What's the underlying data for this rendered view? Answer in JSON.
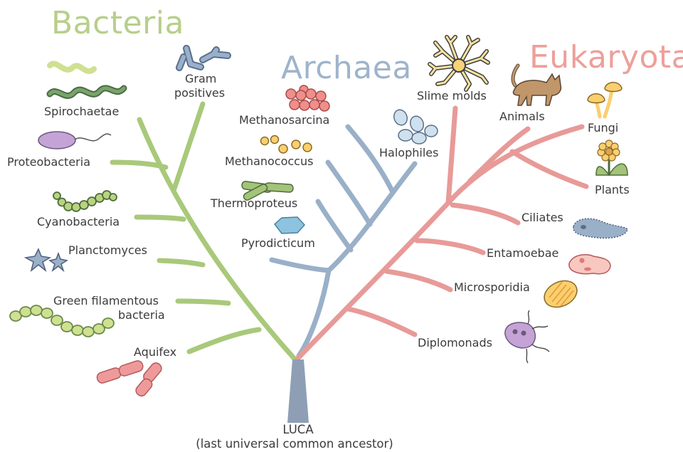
{
  "colors": {
    "bacteria": "#a9c97a",
    "archaea": "#9ab0c8",
    "eukaryota": "#e89a98",
    "trunk": "#8e9fb5",
    "title_bacteria": "#b7cf8a",
    "title_archaea": "#9eb4cb",
    "title_eukaryota": "#ee9f9a",
    "text": "#3b3b3b"
  },
  "domains": {
    "bacteria": "Bacteria",
    "archaea": "Archaea",
    "eukaryota": "Eukaryota"
  },
  "root": {
    "line1": "LUCA",
    "line2": "(last universal common ancestor)"
  },
  "bacteria_taxa": {
    "gram_positives_1": "Gram",
    "gram_positives_2": "positives",
    "spirochaetae": "Spirochaetae",
    "proteobacteria": "Proteobacteria",
    "cyanobacteria": "Cyanobacteria",
    "planctomyces": "Planctomyces",
    "green_filamentous_1": "Green filamentous",
    "green_filamentous_2": "bacteria",
    "aquifex": "Aquifex"
  },
  "archaea_taxa": {
    "methanosarcina": "Methanosarcina",
    "methanococcus": "Methanococcus",
    "thermoproteus": "Thermoproteus",
    "pyrodicticum": "Pyrodicticum",
    "halophiles": "Halophiles"
  },
  "eukaryota_taxa": {
    "slime_molds": "Slime molds",
    "animals": "Animals",
    "fungi": "Fungi",
    "plants": "Plants",
    "ciliates": "Ciliates",
    "entamoebae": "Entamoebae",
    "microsporidia": "Microsporidia",
    "diplomonads": "Diplomonads"
  },
  "icons": [
    "spirochete-icon",
    "gram-positive-rods-icon",
    "proteobacterium-icon",
    "cyanobacteria-chain-icon",
    "planctomyces-star-icon",
    "filamentous-chain-icon",
    "aquifex-rods-icon",
    "methanosarcina-cluster-icon",
    "methanococcus-cocci-icon",
    "thermoproteus-rods-icon",
    "pyrodicticum-disc-icon",
    "halophile-cells-icon",
    "slime-mold-icon",
    "cat-icon",
    "mushroom-icon",
    "flower-icon",
    "ciliate-icon",
    "amoeba-icon",
    "microsporidium-spore-icon",
    "diplomonad-icon"
  ]
}
